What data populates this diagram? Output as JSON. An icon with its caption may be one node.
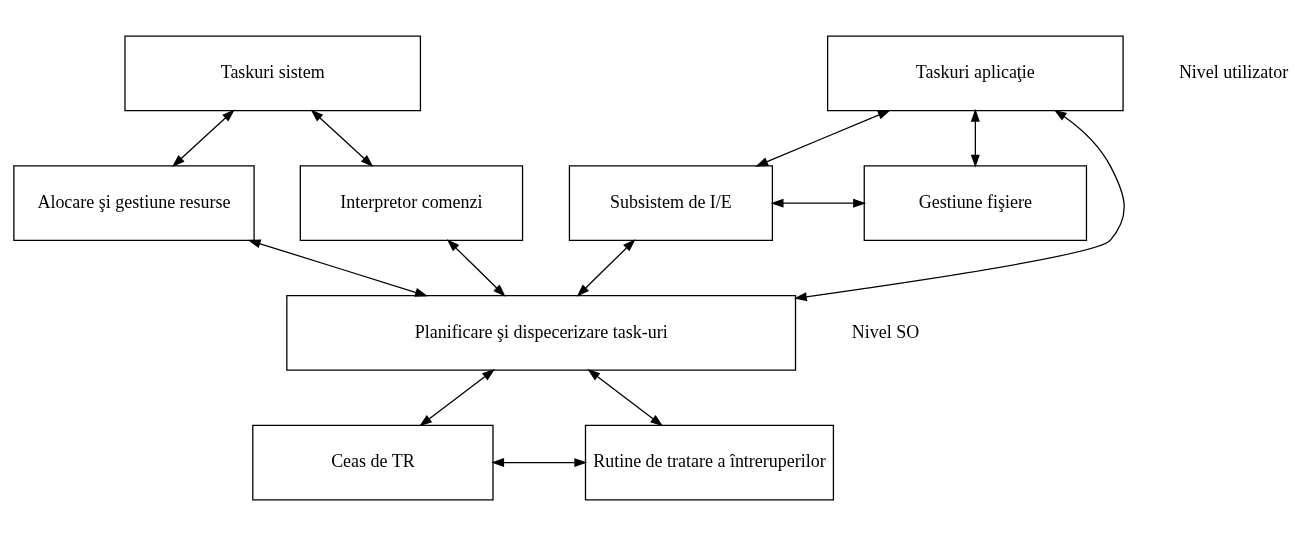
{
  "diagram": {
    "nodes": [
      {
        "text": [
          "Taskuri sistem"
        ]
      },
      {
        "text": [
          "Taskuri aplicaţie"
        ]
      },
      {
        "text": [
          "Alocare şi gestiune resurse"
        ]
      },
      {
        "text": [
          "Interpretor comenzi"
        ]
      },
      {
        "text": [
          "Subsistem de I/E"
        ]
      },
      {
        "text": [
          "Gestiune fişiere"
        ]
      },
      {
        "text": [
          "Planificare şi dispecerizare task-uri"
        ]
      },
      {
        "text": [
          "Ceas de TR"
        ]
      },
      {
        "text": [
          "Rutine de tratare a întreruperilor"
        ]
      }
    ],
    "edges": [
      {
        "from": 0,
        "to": 2,
        "arrow": "both"
      },
      {
        "from": 0,
        "to": 3,
        "arrow": "both"
      },
      {
        "from": 1,
        "to": 6,
        "arrow": "both"
      },
      {
        "from": 1,
        "to": 4,
        "arrow": "both"
      },
      {
        "from": 1,
        "to": 5,
        "arrow": "both"
      },
      {
        "from": 4,
        "to": 5,
        "arrow": "both"
      },
      {
        "from": 2,
        "to": 6,
        "arrow": "both"
      },
      {
        "from": 3,
        "to": 6,
        "arrow": "both"
      },
      {
        "from": 4,
        "to": 6,
        "arrow": "both"
      },
      {
        "from": 6,
        "to": 7,
        "arrow": "both"
      },
      {
        "from": 6,
        "to": 8,
        "arrow": "both"
      },
      {
        "from": 7,
        "to": 8,
        "arrow": "both"
      }
    ],
    "labels": [
      "Nivel utilizator",
      "Nivel SO"
    ]
  }
}
